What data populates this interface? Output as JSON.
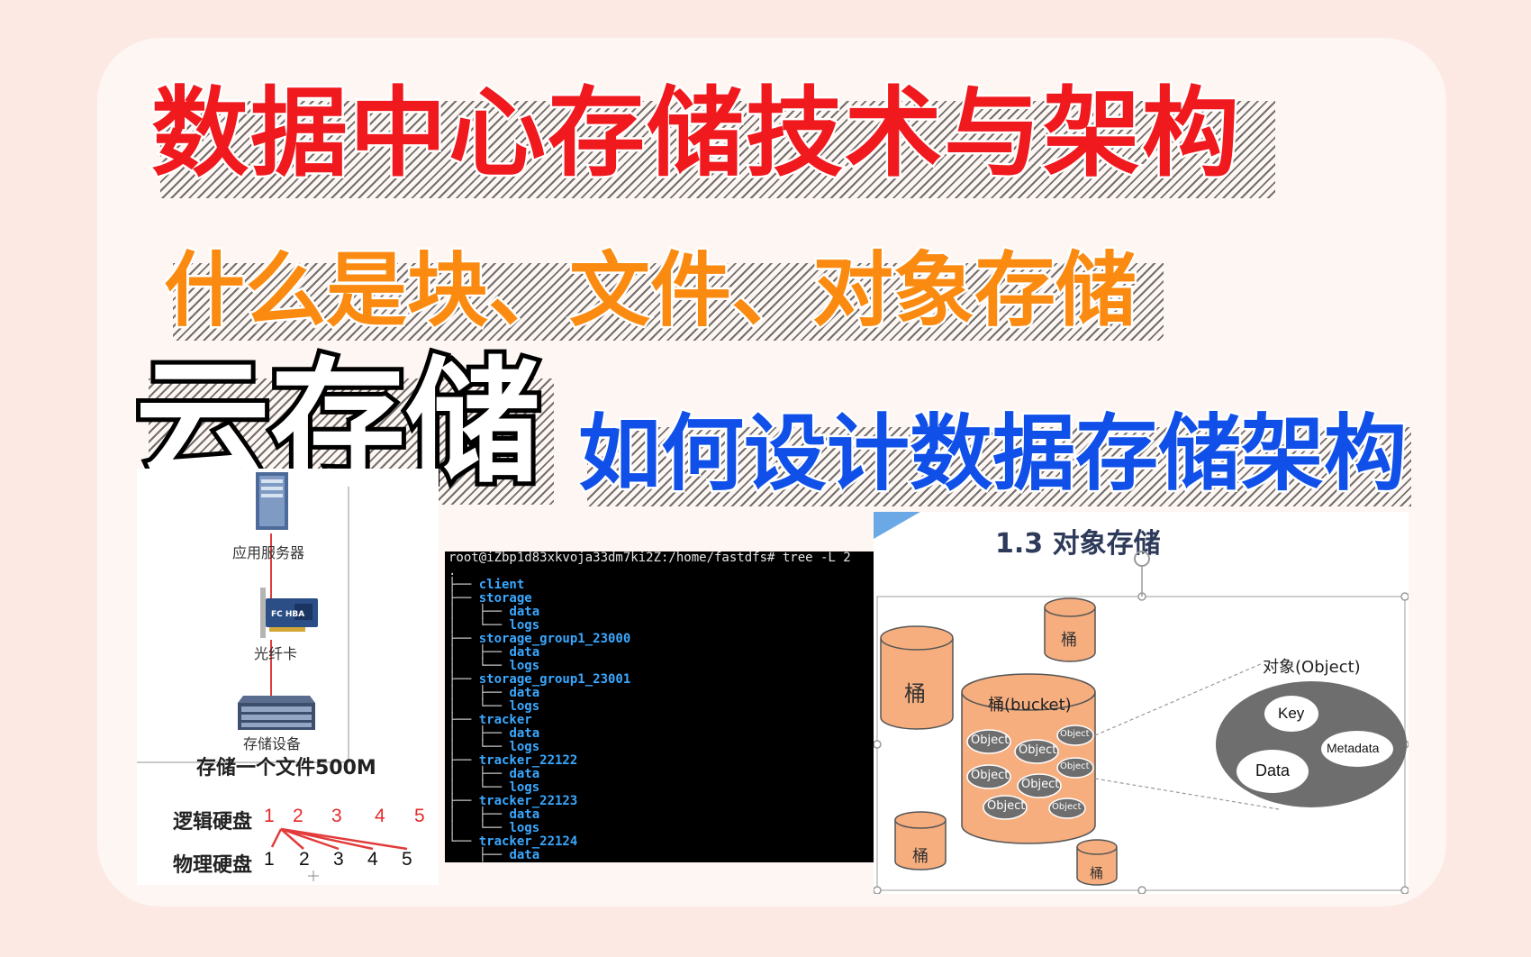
{
  "titles": {
    "main": "数据中心存储技术与架构",
    "sub": "什么是块、文件、对象存储",
    "cloud": "云存储",
    "design": "如何设计数据存储架构"
  },
  "left_diagram": {
    "server_label": "应用服务器",
    "card_label": "光纤卡",
    "card_badge": "FC HBA",
    "storage_label": "存储设备",
    "caption": "存储一个文件500M",
    "logical_label": "逻辑硬盘",
    "physical_label": "物理硬盘",
    "logical_numbers": [
      "1",
      "2",
      "3",
      "4",
      "5"
    ],
    "physical_numbers": [
      "1",
      "2",
      "3",
      "4",
      "5"
    ]
  },
  "terminal": {
    "prompt": "root@iZbp1d83xkvoja33dm7ki2Z:/home/fastdfs# tree -L 2",
    "lines": [
      {
        "prefix": ".",
        "name": ""
      },
      {
        "prefix": "├── ",
        "name": "client"
      },
      {
        "prefix": "├── ",
        "name": "storage"
      },
      {
        "prefix": "│   ├── ",
        "name": "data"
      },
      {
        "prefix": "│   └── ",
        "name": "logs"
      },
      {
        "prefix": "├── ",
        "name": "storage_group1_23000"
      },
      {
        "prefix": "│   ├── ",
        "name": "data"
      },
      {
        "prefix": "│   └── ",
        "name": "logs"
      },
      {
        "prefix": "├── ",
        "name": "storage_group1_23001"
      },
      {
        "prefix": "│   ├── ",
        "name": "data"
      },
      {
        "prefix": "│   └── ",
        "name": "logs"
      },
      {
        "prefix": "├── ",
        "name": "tracker"
      },
      {
        "prefix": "│   ├── ",
        "name": "data"
      },
      {
        "prefix": "│   └── ",
        "name": "logs"
      },
      {
        "prefix": "├── ",
        "name": "tracker_22122"
      },
      {
        "prefix": "│   ├── ",
        "name": "data"
      },
      {
        "prefix": "│   └── ",
        "name": "logs"
      },
      {
        "prefix": "├── ",
        "name": "tracker_22123"
      },
      {
        "prefix": "│   ├── ",
        "name": "data"
      },
      {
        "prefix": "│   └── ",
        "name": "logs"
      },
      {
        "prefix": "└── ",
        "name": "tracker_22124"
      },
      {
        "prefix": "    ├── ",
        "name": "data"
      }
    ]
  },
  "right_diagram": {
    "title": "1.3 对象存储",
    "bucket_small": "桶",
    "bucket_main": "桶(bucket)",
    "object_word": "Object",
    "object_group_label": "对象(Object)",
    "key_label": "Key",
    "data_label": "Data",
    "metadata_label": "Metadata"
  },
  "colors": {
    "title_red": "#f0191e",
    "title_orange": "#fb8a11",
    "title_blue": "#1050e8",
    "bucket_fill": "#f6ae7f",
    "object_fill": "#6e6e6e"
  }
}
